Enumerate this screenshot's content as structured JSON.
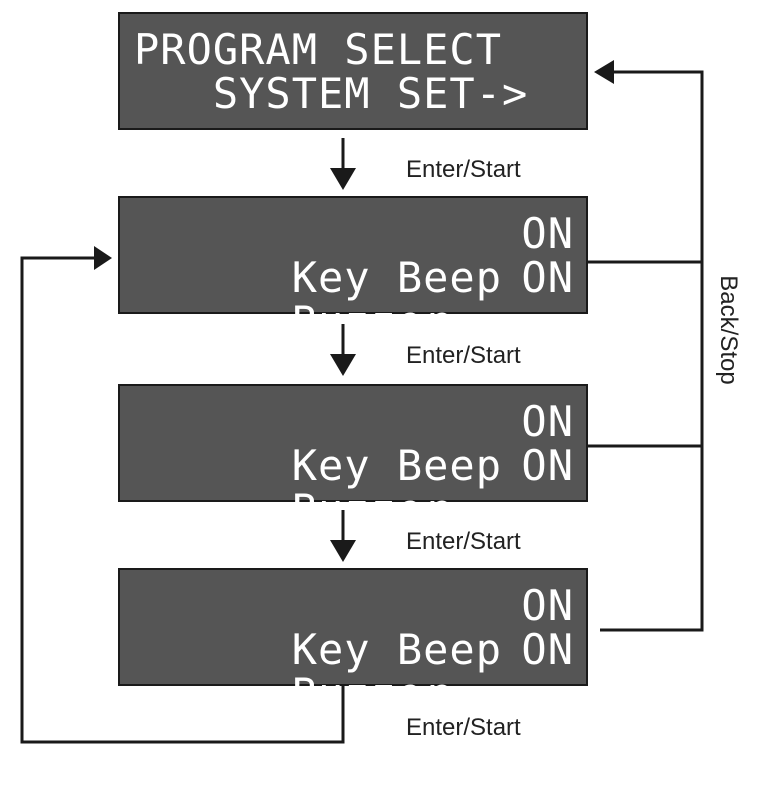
{
  "screens": [
    {
      "line1": "PROGRAM SELECT",
      "line2": "   SYSTEM SET->"
    },
    {
      "item1": "Key Beep",
      "value1": "ON",
      "item2": "Buzzer",
      "value2": "ON"
    },
    {
      "item1": "Key Beep",
      "value1": "ON",
      "item2": "Buzzer",
      "value2": "ON"
    },
    {
      "item1": "Key Beep",
      "value1": "ON",
      "item2": "Buzzer",
      "value2": "ON"
    }
  ],
  "labels": {
    "enter_1": "Enter/Start",
    "enter_2": "Enter/Start",
    "enter_3": "Enter/Start",
    "enter_4": "Enter/Start",
    "back": "Back/Stop"
  },
  "colors": {
    "lcd_background": "#555555",
    "lcd_text": "#ffffff",
    "line": "#1a1a1a"
  }
}
